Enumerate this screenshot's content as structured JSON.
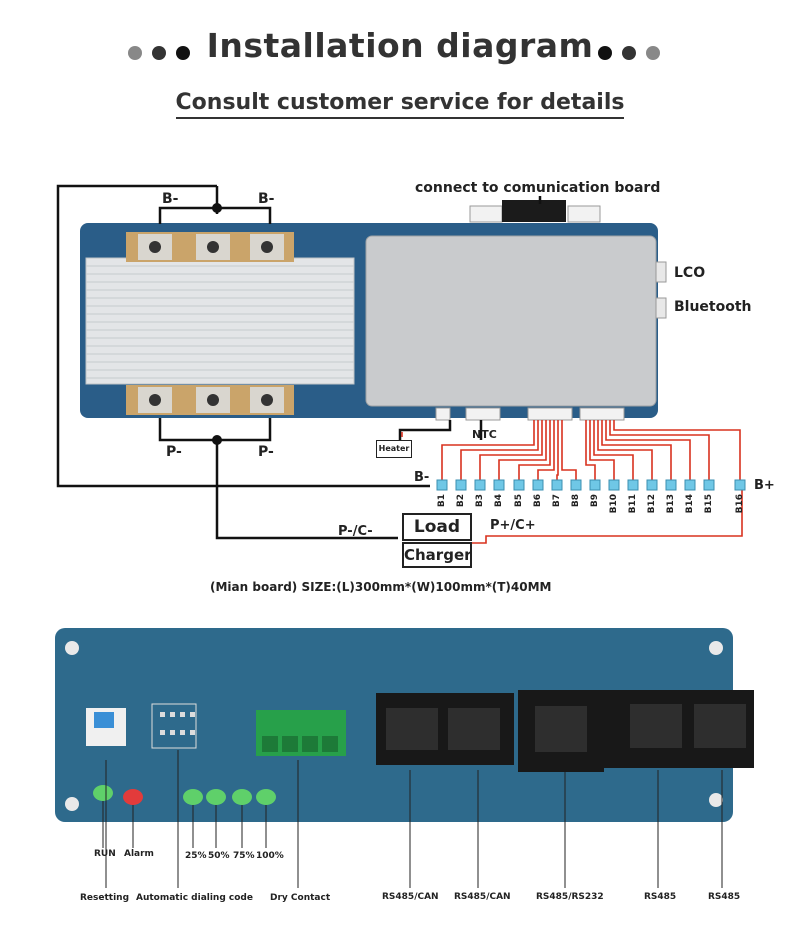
{
  "header": {
    "title": "Installation diagram",
    "subtitle": "Consult customer service for details",
    "dot_colors_left": [
      "#888888",
      "#333333",
      "#111111"
    ],
    "dot_colors_right": [
      "#111111",
      "#333333",
      "#888888"
    ]
  },
  "top_diagram": {
    "comm_label": "connect to comunication board",
    "b_minus_left": "B-",
    "b_minus_right": "B-",
    "p_minus_left": "P-",
    "p_minus_right": "P-",
    "lco": "LCO",
    "bluetooth": "Bluetooth",
    "heater": "Heater",
    "ntc": "NTC",
    "b_minus_bus": "B-",
    "b_plus": "B+",
    "cells": [
      "B1",
      "B2",
      "B3",
      "B4",
      "B5",
      "B6",
      "B7",
      "B8",
      "B9",
      "B10",
      "B11",
      "B12",
      "B13",
      "B14",
      "B15",
      "B16"
    ],
    "pc_minus": "P-/C-",
    "pc_plus": "P+/C+",
    "load": "Load",
    "charger": "Charger",
    "size_note": "(Mian board) SIZE:(L)300mm*(W)100mm*(T)40MM",
    "wire_black": "#111111",
    "wire_red": "#d9321f"
  },
  "bottom_diagram": {
    "labels": {
      "run": "RUN",
      "alarm": "Alarm",
      "p25": "25%",
      "p50": "50%",
      "p75": "75%",
      "p100": "100%",
      "resetting": "Resetting",
      "dialing": "Automatic dialing code",
      "dry": "Dry Contact",
      "rs485can_1": "RS485/CAN",
      "rs485can_2": "RS485/CAN",
      "rs485rs232": "RS485/RS232",
      "rs485_1": "RS485",
      "rs485_2": "RS485"
    },
    "board_color": "#2e6a8c"
  }
}
